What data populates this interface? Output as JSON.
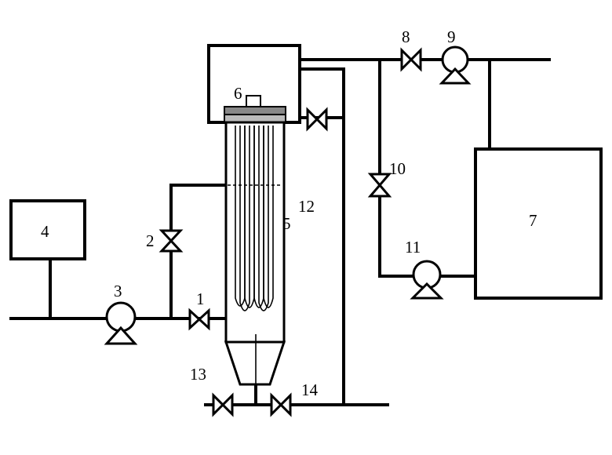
{
  "diagram": {
    "labels": {
      "valve_1": "1",
      "valve_2": "2",
      "pump_3": "3",
      "tank_4": "4",
      "reactor_5": "5",
      "part_6": "6",
      "tank_7": "7",
      "valve_8": "8",
      "pump_9": "9",
      "valve_10": "10",
      "pump_11": "11",
      "line_12": "12",
      "valve_13": "13",
      "valve_14": "14"
    }
  }
}
